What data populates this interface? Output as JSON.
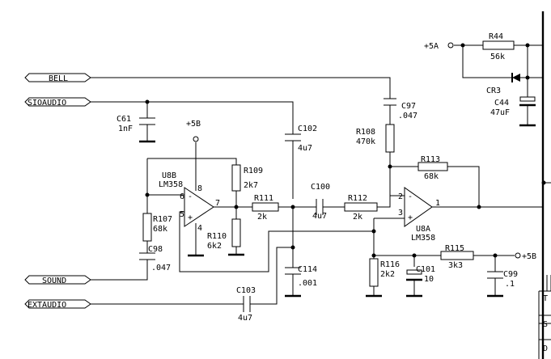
{
  "ports": {
    "bell": "BELL",
    "sioaudio": "SIOAUDIO",
    "sound": "SOUND",
    "extaudio": "EXTAUDIO"
  },
  "supply": {
    "v5a": "+5A",
    "v5b_top": "+5B",
    "v5b_right": "+5B"
  },
  "opamps": {
    "u8b": {
      "ref": "U8B",
      "part": "LM358",
      "pin_inv": "6",
      "pin_noninv": "5",
      "pin_out": "7",
      "pin_vcc": "8",
      "pin_gnd": "4",
      "minus": "-",
      "plus": "+"
    },
    "u8a": {
      "ref": "U8A",
      "part": "LM358",
      "pin_inv": "2",
      "pin_noninv": "3",
      "pin_out": "1",
      "minus": "-",
      "plus": "+"
    }
  },
  "components": {
    "r44": {
      "ref": "R44",
      "value": "56k"
    },
    "cr3": {
      "ref": "CR3"
    },
    "c44": {
      "ref": "C44",
      "value": "47uF"
    },
    "c97": {
      "ref": "C97",
      "value": ".047"
    },
    "r108": {
      "ref": "R108",
      "value": "470k"
    },
    "r113": {
      "ref": "R113",
      "value": "68k"
    },
    "c61": {
      "ref": "C61",
      "value": "1nF"
    },
    "c102": {
      "ref": "C102",
      "value": "4u7"
    },
    "r109": {
      "ref": "R109",
      "value": "2k7"
    },
    "r111": {
      "ref": "R111",
      "value": "2k"
    },
    "r110": {
      "ref": "R110",
      "value": "6k2"
    },
    "r107": {
      "ref": "R107",
      "value": "68k"
    },
    "c98": {
      "ref": "C98",
      "value": ".047"
    },
    "c100": {
      "ref": "C100",
      "value": "4u7"
    },
    "r112": {
      "ref": "R112",
      "value": "2k"
    },
    "c114": {
      "ref": "C114",
      "value": ".001"
    },
    "c103": {
      "ref": "C103",
      "value": "4u7"
    },
    "r116": {
      "ref": "R116",
      "value": "2k2"
    },
    "c101": {
      "ref": "C101",
      "value": "10"
    },
    "r115": {
      "ref": "R115",
      "value": "3k3"
    },
    "c99": {
      "ref": "C99",
      "value": ".1"
    }
  },
  "title_block": {
    "row1": "T",
    "row2": "S",
    "row3": "D"
  }
}
